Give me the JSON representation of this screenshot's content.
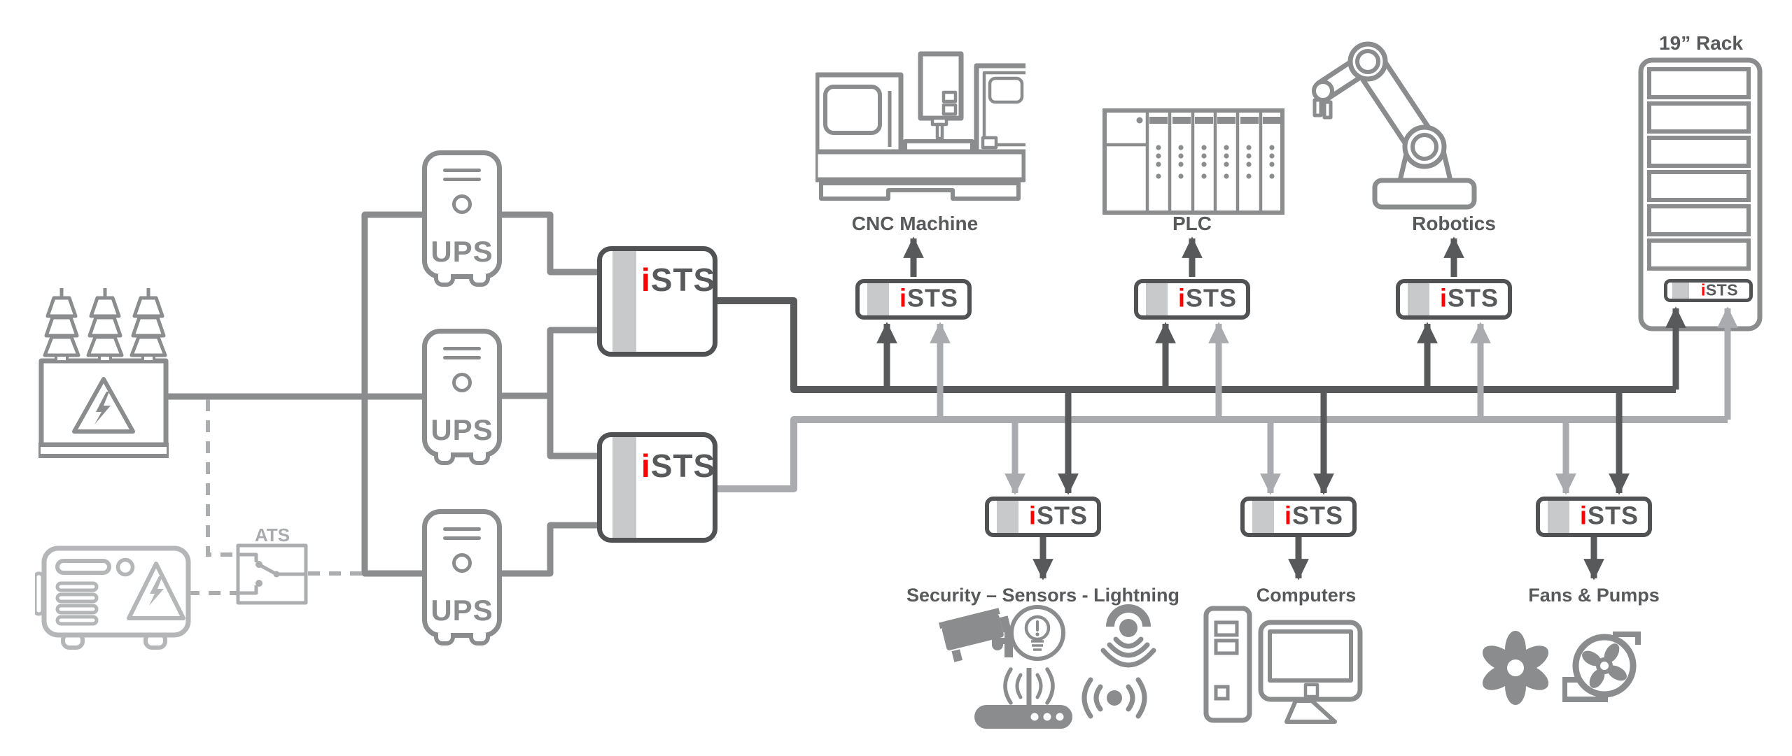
{
  "palette": {
    "background": "#FFFFFF",
    "dark_gray": "#58595B",
    "medium_gray": "#8A8C8E",
    "light_gray": "#A9ABAE",
    "pale_gray": "#B4B6B8",
    "stripe_gray": "#C8C9CB",
    "accent_red": "#FF0000"
  },
  "buses": {
    "primary_color": "#58595B",
    "secondary_color": "#A9ABAE"
  },
  "sources": {
    "transformer": {
      "icon": "utility-transformer-icon"
    },
    "generator": {
      "icon": "diesel-generator-icon"
    },
    "ats": {
      "label": "ATS",
      "icon": "transfer-switch-icon"
    }
  },
  "ups_units": [
    {
      "label": "UPS"
    },
    {
      "label": "UPS"
    },
    {
      "label": "UPS"
    }
  ],
  "ists": {
    "prefix": "i",
    "suffix": "STS"
  },
  "loads": {
    "cnc": {
      "label": "CNC Machine",
      "icon": "cnc-machine-icon"
    },
    "plc": {
      "label": "PLC",
      "icon": "plc-rack-icon"
    },
    "robotics": {
      "label": "Robotics",
      "icon": "robot-arm-icon"
    },
    "rack": {
      "label": "19” Rack",
      "icon": "server-rack-icon"
    },
    "security": {
      "label": "Security – Sensors - Lightning",
      "icons": [
        "cctv-camera-icon",
        "alert-bulb-icon",
        "motion-sensor-icon",
        "wifi-router-icon",
        "wireless-signal-icon"
      ]
    },
    "computers": {
      "label": "Computers",
      "icons": [
        "desktop-tower-icon",
        "monitor-icon"
      ]
    },
    "fans_pumps": {
      "label": "Fans & Pumps",
      "icons": [
        "fan-icon",
        "pump-icon"
      ]
    }
  }
}
